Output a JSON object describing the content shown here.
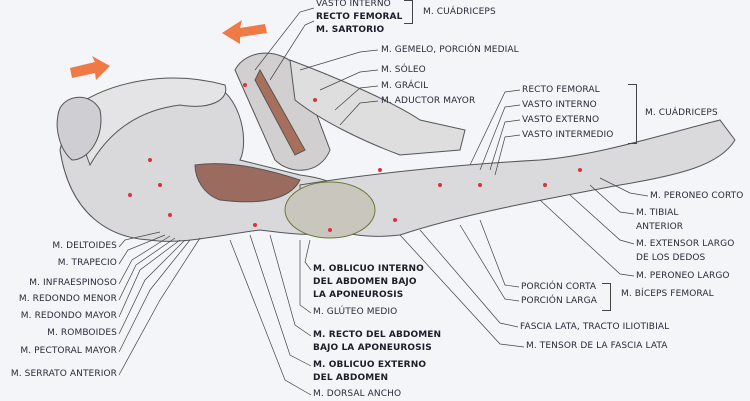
{
  "top_labels": {
    "vasto_interno": "VASTO INTERNO",
    "recto_femoral": "RECTO FEMORAL",
    "sartorio": "M. SARTORIO",
    "cuadriceps": "M. CUÁDRICEPS",
    "gemelo": "M. GEMELO, PORCIÓN MEDIAL",
    "soleo": "M. SÓLEO",
    "gracil": "M. GRÁCIL",
    "aductor": "M. ADUCTOR MAYOR"
  },
  "right_labels": {
    "recto_femoral": "RECTO FEMORAL",
    "vasto_interno": "VASTO INTERNO",
    "vasto_externo": "VASTO EXTERNO",
    "vasto_intermedio": "VASTO INTERMEDIO",
    "cuadriceps": "M. CUÁDRICEPS",
    "peroneo_corto": "M. PERONEO CORTO",
    "tibial_1": "M. TIBIAL",
    "tibial_2": "ANTERIOR",
    "extensor_1": "M. EXTENSOR LARGO",
    "extensor_2": "DE LOS DEDOS",
    "peroneo_largo": "M. PERONEO LARGO",
    "porcion_corta": "PORCIÓN CORTA",
    "porcion_larga": "PORCIÓN LARGA",
    "biceps": "M. BÍCEPS FEMORAL",
    "fascia": "FASCIA LATA, TRACTO ILIOTIBIAL",
    "tensor": "M. TENSOR DE LA FASCIA LATA"
  },
  "left_labels": [
    "M. DELTOIDES",
    "M. TRAPECIO",
    "M. INFRAESPINOSO",
    "M. REDONDO MENOR",
    "M. REDONDO MAYOR",
    "M. ROMBOIDES",
    "M. PECTORAL MAYOR",
    "M. SERRATO ANTERIOR"
  ],
  "center_labels": {
    "oblicuo_interno": [
      "M. OBLICUO INTERNO",
      "DEL ABDOMEN BAJO",
      "LA APONEUROSIS"
    ],
    "gluteo": "M. GLÚTEO MEDIO",
    "recto_abdomen": [
      "M. RECTO DEL ABDOMEN",
      "BAJO LA APONEUROSIS"
    ],
    "oblicuo_externo": [
      "M. OBLICUO EXTERNO",
      "DEL ABDOMEN"
    ],
    "dorsal": "M. DORSAL ANCHO"
  },
  "colors": {
    "arrow": "#f07a45",
    "muscle": "#b89d95",
    "skin": "#d8d8d8",
    "dot": "#e0303a"
  }
}
